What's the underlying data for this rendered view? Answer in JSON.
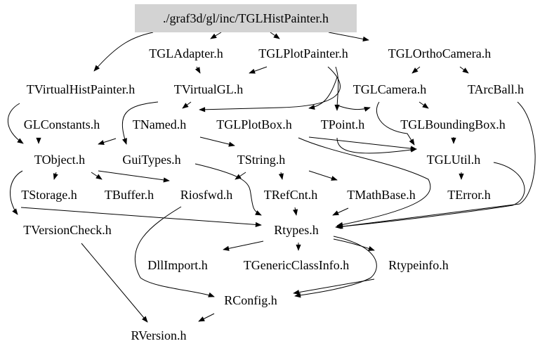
{
  "graph": {
    "root": "./graf3d/gl/inc/TGLHistPainter.h",
    "root_fill": "#d3d3d3",
    "nodes": [
      {
        "id": "root",
        "label": "./graf3d/gl/inc/TGLHistPainter.h"
      },
      {
        "id": "TGLAdapter",
        "label": "TGLAdapter.h"
      },
      {
        "id": "TGLPlotPainter",
        "label": "TGLPlotPainter.h"
      },
      {
        "id": "TGLOrthoCamera",
        "label": "TGLOrthoCamera.h"
      },
      {
        "id": "TVirtualHistPainter",
        "label": "TVirtualHistPainter.h"
      },
      {
        "id": "TVirtualGL",
        "label": "TVirtualGL.h"
      },
      {
        "id": "TGLCamera",
        "label": "TGLCamera.h"
      },
      {
        "id": "TArcBall",
        "label": "TArcBall.h"
      },
      {
        "id": "GLConstants",
        "label": "GLConstants.h"
      },
      {
        "id": "TNamed",
        "label": "TNamed.h"
      },
      {
        "id": "TGLPlotBox",
        "label": "TGLPlotBox.h"
      },
      {
        "id": "TPoint",
        "label": "TPoint.h"
      },
      {
        "id": "TGLBoundingBox",
        "label": "TGLBoundingBox.h"
      },
      {
        "id": "TObject",
        "label": "TObject.h"
      },
      {
        "id": "GuiTypes",
        "label": "GuiTypes.h"
      },
      {
        "id": "TString",
        "label": "TString.h"
      },
      {
        "id": "TGLUtil",
        "label": "TGLUtil.h"
      },
      {
        "id": "TStorage",
        "label": "TStorage.h"
      },
      {
        "id": "TBuffer",
        "label": "TBuffer.h"
      },
      {
        "id": "Riosfwd",
        "label": "Riosfwd.h"
      },
      {
        "id": "TRefCnt",
        "label": "TRefCnt.h"
      },
      {
        "id": "TMathBase",
        "label": "TMathBase.h"
      },
      {
        "id": "TError",
        "label": "TError.h"
      },
      {
        "id": "TVersionCheck",
        "label": "TVersionCheck.h"
      },
      {
        "id": "Rtypes",
        "label": "Rtypes.h"
      },
      {
        "id": "DllImport",
        "label": "DllImport.h"
      },
      {
        "id": "TGenericClassInfo",
        "label": "TGenericClassInfo.h"
      },
      {
        "id": "Rtypeinfo",
        "label": "Rtypeinfo.h"
      },
      {
        "id": "RConfig",
        "label": "RConfig.h"
      },
      {
        "id": "RVersion",
        "label": "RVersion.h"
      }
    ],
    "edges": [
      [
        "root",
        "TGLAdapter"
      ],
      [
        "root",
        "TGLPlotPainter"
      ],
      [
        "root",
        "TGLOrthoCamera"
      ],
      [
        "root",
        "TVirtualHistPainter"
      ],
      [
        "TGLAdapter",
        "TVirtualGL"
      ],
      [
        "TGLPlotPainter",
        "TVirtualGL"
      ],
      [
        "TGLPlotPainter",
        "TNamed"
      ],
      [
        "TGLPlotPainter",
        "TGLPlotBox"
      ],
      [
        "TGLPlotPainter",
        "TPoint"
      ],
      [
        "TGLPlotPainter",
        "TGLCamera"
      ],
      [
        "TGLOrthoCamera",
        "TGLCamera"
      ],
      [
        "TGLOrthoCamera",
        "TArcBall"
      ],
      [
        "TVirtualHistPainter",
        "TObject"
      ],
      [
        "TVirtualGL",
        "TNamed"
      ],
      [
        "TVirtualGL",
        "GuiTypes"
      ],
      [
        "TGLCamera",
        "TGLBoundingBox"
      ],
      [
        "TGLCamera",
        "TGLUtil"
      ],
      [
        "TArcBall",
        "Rtypes"
      ],
      [
        "GLConstants",
        "TObject"
      ],
      [
        "TNamed",
        "TObject"
      ],
      [
        "TNamed",
        "TString"
      ],
      [
        "TGLPlotBox",
        "TGLUtil"
      ],
      [
        "TGLPlotBox",
        "Rtypes"
      ],
      [
        "TPoint",
        "TGLUtil"
      ],
      [
        "TGLBoundingBox",
        "TGLUtil"
      ],
      [
        "TObject",
        "TStorage"
      ],
      [
        "TObject",
        "TBuffer"
      ],
      [
        "TObject",
        "Riosfwd"
      ],
      [
        "TObject",
        "TVersionCheck"
      ],
      [
        "GuiTypes",
        "Rtypes"
      ],
      [
        "TString",
        "TRefCnt"
      ],
      [
        "TString",
        "TMathBase"
      ],
      [
        "TString",
        "Riosfwd"
      ],
      [
        "TGLUtil",
        "TError"
      ],
      [
        "TGLUtil",
        "Rtypes"
      ],
      [
        "TStorage",
        "Rtypes"
      ],
      [
        "Riosfwd",
        "RConfig"
      ],
      [
        "TRefCnt",
        "Rtypes"
      ],
      [
        "TMathBase",
        "Rtypes"
      ],
      [
        "TVersionCheck",
        "RVersion"
      ],
      [
        "Rtypes",
        "DllImport"
      ],
      [
        "Rtypes",
        "TGenericClassInfo"
      ],
      [
        "Rtypes",
        "Rtypeinfo"
      ],
      [
        "Rtypes",
        "RConfig"
      ],
      [
        "Rtypeinfo",
        "RConfig"
      ],
      [
        "RConfig",
        "RVersion"
      ]
    ]
  }
}
